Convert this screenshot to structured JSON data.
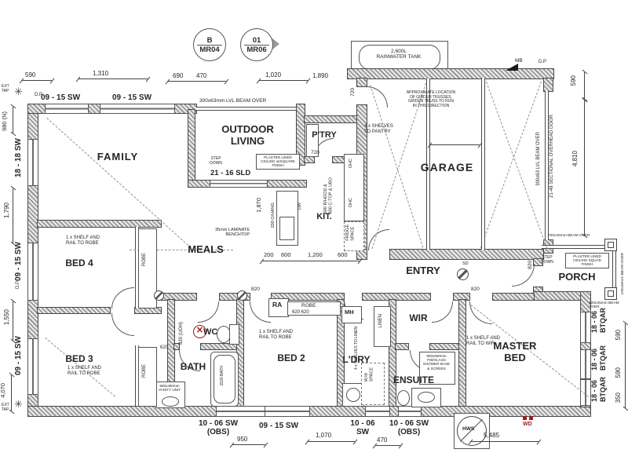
{
  "colors": {
    "ink": "#2a2a2a",
    "red": "#9e1b1b"
  },
  "markers": {
    "m1_letter": "B",
    "m1_code": "MR04",
    "m2_letter": "01",
    "m2_code": "MR06"
  },
  "rooms": {
    "family": "FAMILY",
    "outdoor_living": "OUTDOOR\nLIVING",
    "pantry": "P'TRY",
    "kitchen": "KIT.",
    "garage": "GARAGE",
    "meals": "MEALS",
    "entry": "ENTRY",
    "porch": "PORCH",
    "bed4": "BED 4",
    "bed3": "BED 3",
    "bed2": "BED 2",
    "bath": "BATH",
    "wc": "WC",
    "laundry": "L'DRY",
    "ensuite": "ENSUITE",
    "wir": "WIR",
    "master": "MASTER\nBED"
  },
  "windows": {
    "top1": "09 - 15 SW",
    "top2": "09 - 15 SW",
    "left1": "18 - 18 SW",
    "left2": "09 - 15 SW",
    "left3": "09 - 15 SW",
    "bottom1": "10 - 06 SW\n(OBS)",
    "bottom2": "09 - 15 SW",
    "bottom3": "10 - 06\nSW",
    "bottom4": "10 - 06 SW\n(OBS)",
    "right1": "18 - 06",
    "right1b": "BTQAR",
    "right2": "18 - 06",
    "right2b": "BTQAR",
    "right3": "18 - 06",
    "right3b": "BTQAR",
    "slider": "21 - 16 SLD",
    "garage_door": "21-48 SECTIONAL OVERHEAD DOOR"
  },
  "dims": {
    "top_590": "590",
    "top_1310": "1,310",
    "top_690": "690",
    "top_470": "470",
    "top_1020": "1,020",
    "top_1890": "1,890",
    "right_590": "590",
    "right_4810": "4,810",
    "left_980": "980 (N)",
    "left_1790": "1,790",
    "left_1550": "1,550",
    "left_4070": "4,070",
    "bottom_950": "950",
    "bottom_1070": "1,070",
    "bottom_470": "470",
    "bottom_5485": "5,485",
    "kit_200": "200",
    "kit_600a": "600",
    "kit_1200": "1,200",
    "kit_600b": "600",
    "kit_1870": "1,870",
    "mbr_590a": "590",
    "mbr_590b": "590",
    "mbr_350": "350",
    "door_720a": "720",
    "door_720b": "720",
    "door_820a": "820",
    "door_820b": "820",
    "door_820c": "820",
    "door_620": "620    620",
    "door_620b": "620",
    "wc_820": "820 (UOH)"
  },
  "notes": {
    "beam_top": "300x63mm LVL BEAM OVER",
    "beam_garage": "300x63 LVL BEAM OVER",
    "girder": "APPROXIMATE LOCATION\nOF GIRDER TRUSSES.\nGIRDER TRUSS TO RUN\nIN THIS DIRECTION",
    "tank": "2,600L\nRAINWATER TANK",
    "mb": "MB",
    "dp_a": "D.P",
    "dp_b": "D.P",
    "dp_c": "D.P",
    "ext_tap_a": "EXT\nTAP",
    "ext_tap_b": "EXT\nTAP",
    "pantry_shelves": "4 x SHELVES\nTO PANTRY",
    "step_down_a": "STEP\nDOWN",
    "step_down_b": "STEP\nDOWN",
    "plaster_a": "PLASTER LINED\nCEILING w/SQUARE\nFINISH",
    "plaster_b": "PLASTER LINED\nCEILING SQUAD\nFINISH",
    "laminate": "35mm LAMINATE\nBENCHTOP",
    "overhang": "200 O/HANG",
    "rangehood": "600 R/HOOD &\n600 C-TOP & UBO",
    "ohc_a": "OHC",
    "ohc_b": "OHC",
    "fridge": "FRIDGE\nSPACE",
    "dw": "DW",
    "shelf_bed4": "1 x SHELF AND\nRAIL TO ROBE",
    "shelf_bed3": "1 x SHELF AND\nRAIL TO ROBE",
    "shelf_bed2": "1 x SHELF AND\nRAIL TO ROBE",
    "shelf_wir": "1 x SHELF AND\nRAIL TO WIR",
    "robe_bed4": "ROBE",
    "robe_bed3": "ROBE",
    "robe_bed2": "ROBE",
    "ra": "RA",
    "mh": "MH",
    "linen": "LINEN",
    "linen_shelves": "4 x SHELVES TO LINEN",
    "wm_space": "W.M\nSPACE",
    "shower": "900x900mm\nFIB/GLASS\nSHOWER BASE\n& SCREEN",
    "vanity": "900x450mm\nVANITY UNIT",
    "tub": "1520 BATH",
    "hws": "HWS",
    "wd": "WD",
    "sd": "SD",
    "beam_porch_a": "700x45mm BEAM OVER",
    "beam_porch_b": "100x45mm BEAM\nOVER",
    "beam_porch_c": "100x45mm BEAM OVER"
  }
}
